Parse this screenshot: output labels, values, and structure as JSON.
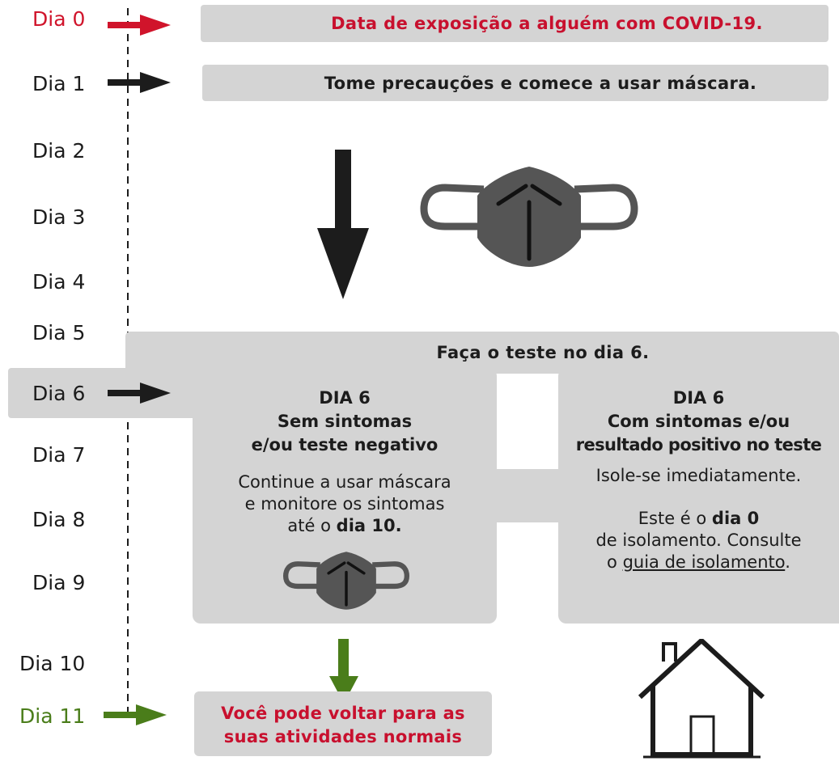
{
  "days": [
    "Dia 0",
    "Dia 1",
    "Dia 2",
    "Dia 3",
    "Dia 4",
    "Dia 5",
    "Dia 6",
    "Dia 7",
    "Dia 8",
    "Dia 9",
    "Dia 10",
    "Dia 11"
  ],
  "banners": {
    "exposure": "Data de exposição a alguém com COVID-19.",
    "precautions": "Tome precauções e comece a usar máscara.",
    "test_day6": "Faça o teste no dia 6."
  },
  "left_box": {
    "heading1": "DIA 6",
    "heading2": "Sem sintomas",
    "heading3": "e/ou teste negativo",
    "line1": "Continue a usar máscara",
    "line2": "e monitore os sintomas",
    "line3_pre": "até o ",
    "line3_bold": "dia 10."
  },
  "right_box": {
    "heading1": "DIA 6",
    "heading2": "Com sintomas e/ou",
    "heading3": "resultado positivo no teste",
    "line1": "Isole-se imediatamente.",
    "line2_pre": "Este é o ",
    "line2_bold": "dia 0",
    "line3": "de isolamento. Consulte",
    "line4_pre": "o ",
    "line4_link": "guia de isolamento",
    "line4_post": "."
  },
  "final_box": {
    "line1": "Você pode voltar para as",
    "line2": "suas atividades normais"
  },
  "colors": {
    "red": "#d0142b",
    "green": "#4a7d1a",
    "grey_box": "#d4d4d4",
    "mask": "#555555",
    "dark": "#1c1c1c"
  },
  "icons": [
    "arrow-right-icon",
    "arrow-down-icon",
    "face-mask-icon",
    "house-icon"
  ]
}
